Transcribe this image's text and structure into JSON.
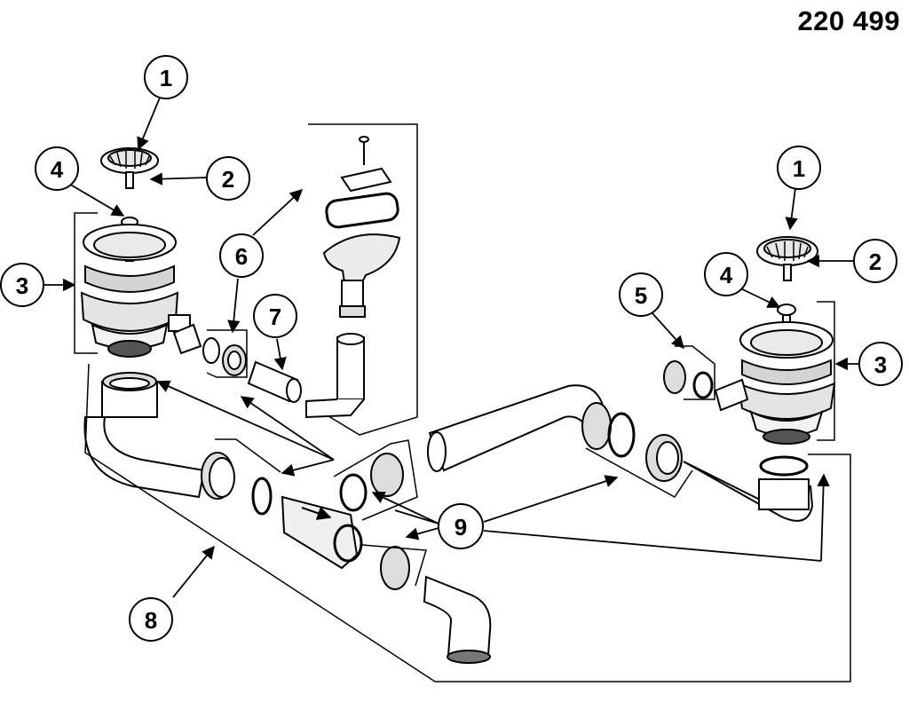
{
  "header": {
    "part_number": "220 499"
  },
  "callouts": {
    "c1": "1",
    "c2": "2",
    "c3": "3",
    "c4": "4",
    "c5": "5",
    "c6": "6",
    "c7": "7",
    "c8": "8",
    "c9": "9"
  },
  "colors": {
    "line": "#000000",
    "fill": "#ffffff",
    "shade": "#d8d8d8"
  }
}
